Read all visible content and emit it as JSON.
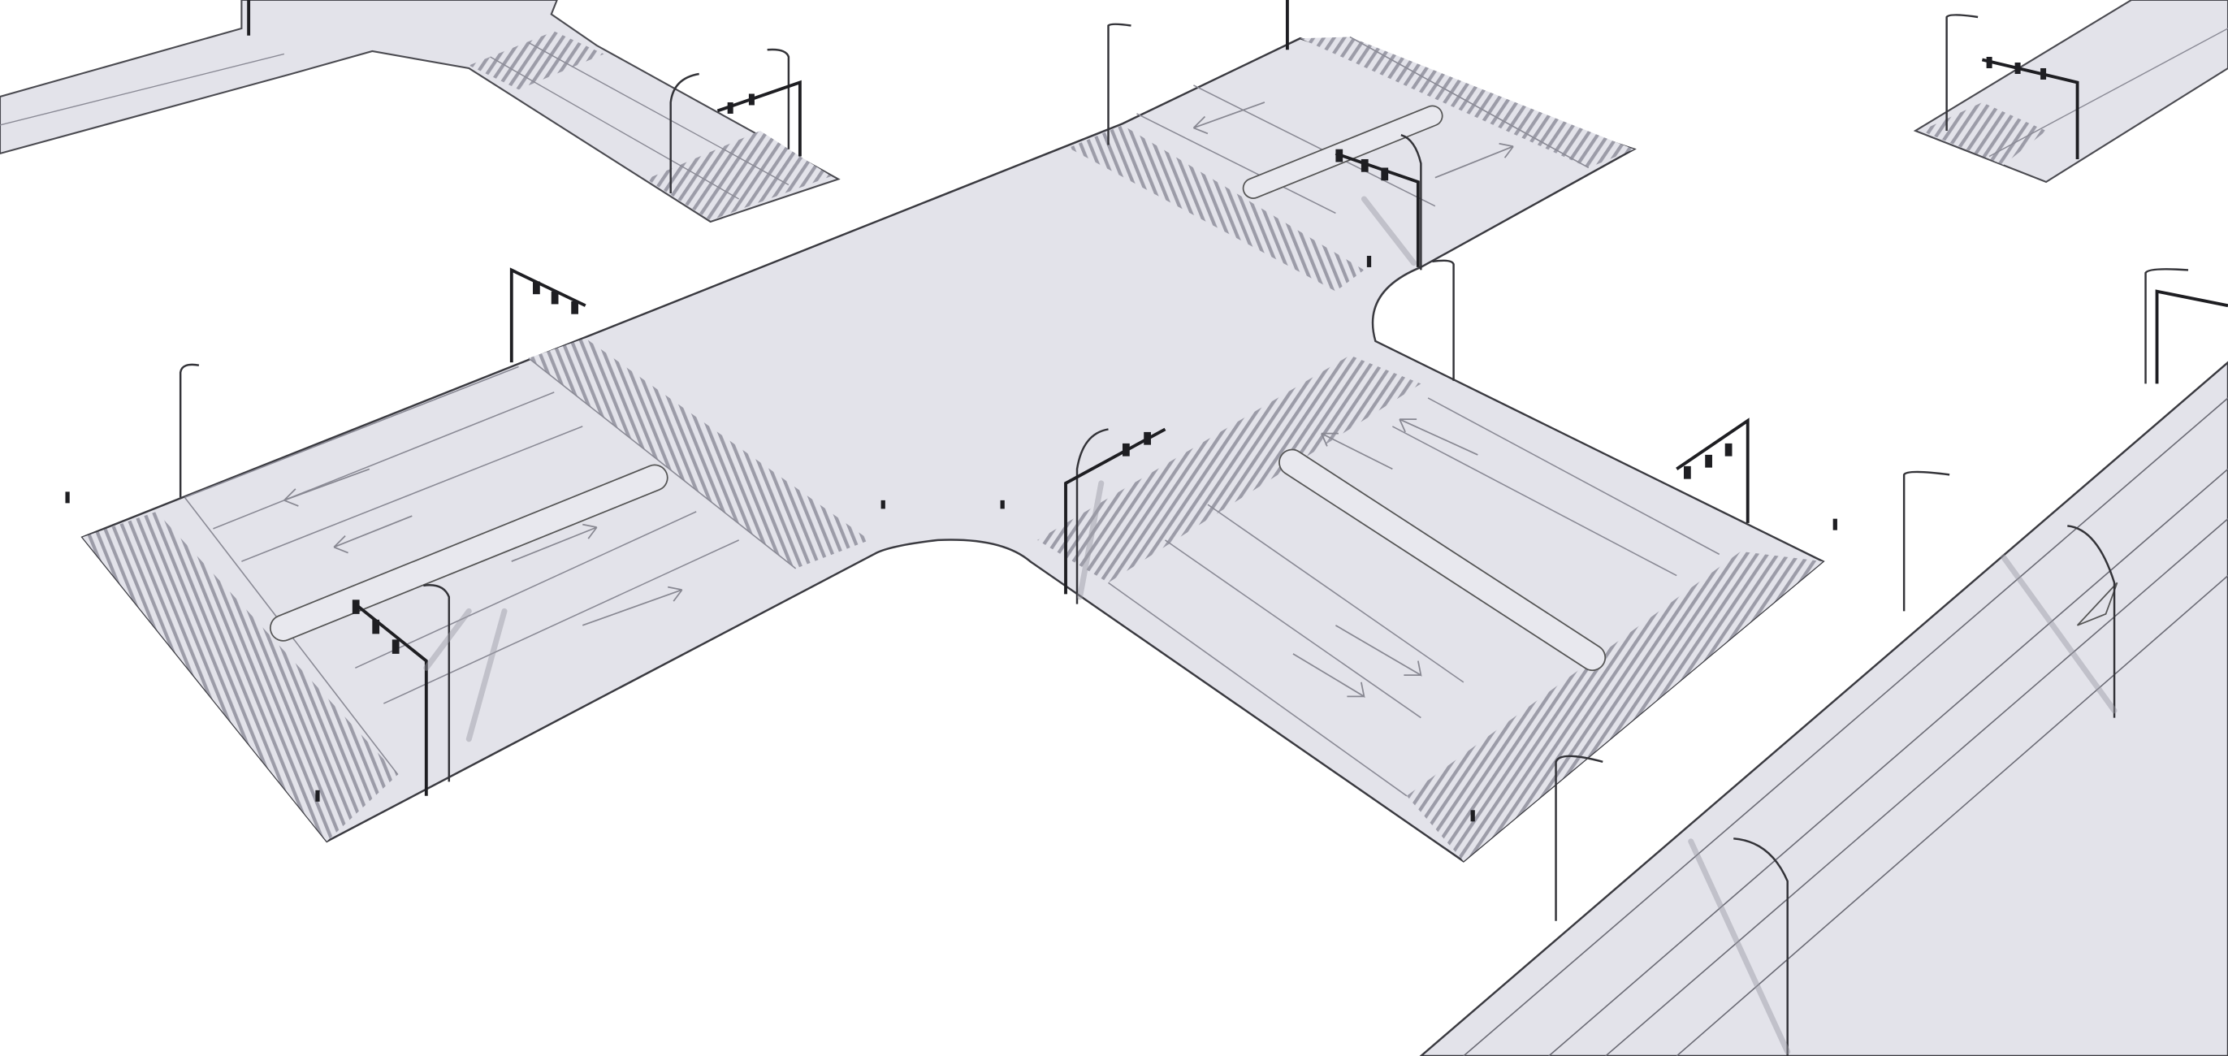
{
  "scene": {
    "description_visible_text": "",
    "colors": {
      "background": "#ffffff",
      "road_surface": "#e3e3ea",
      "road_edge": "#4a4a50",
      "marking": "#8a8a95",
      "pole": "#222226",
      "shadow": "#9a9aa4"
    },
    "objects": [
      "t-intersection",
      "upper-left-intersection",
      "upper-right-road",
      "lower-right-road",
      "traffic-signal-poles",
      "street-lamps",
      "crosswalks",
      "lane-arrows",
      "median-islands"
    ]
  }
}
